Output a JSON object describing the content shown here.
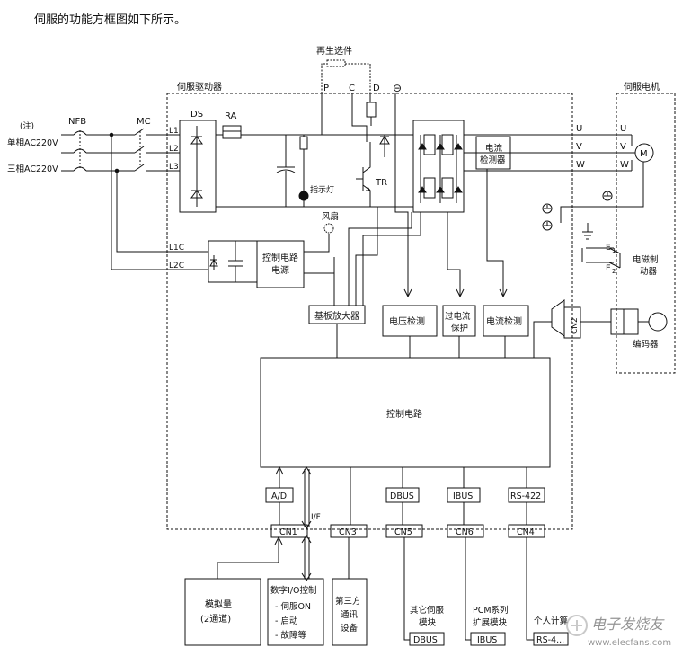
{
  "caption": "伺服的功能方框图如下所示。",
  "regen": "再生选件",
  "driver_title": "伺服驱动器",
  "motor_title": "伺服电机",
  "inputs": {
    "note": "(注)",
    "single": "单相AC220V",
    "three": "三相AC220V",
    "nfb": "NFB",
    "mc": "MC"
  },
  "terminals": {
    "L1": "L1",
    "L2": "L2",
    "L3": "L3",
    "L1C": "L1C",
    "L2C": "L2C",
    "P": "P",
    "C": "C",
    "D": "D",
    "minus": "⊖"
  },
  "labels": {
    "ds": "DS",
    "ra": "RA",
    "tr": "TR",
    "indicator": "指示灯",
    "fan": "风扇",
    "ctrl_power_1": "控制电路",
    "ctrl_power_2": "电源",
    "current_det_1": "电流",
    "current_det_2": "检测器",
    "base_amp": "基板放大器",
    "voltage_det": "电压检测",
    "overcurrent_1": "过电流",
    "overcurrent_2": "保护",
    "current_detect": "电流检测",
    "control_circuit": "控制电路",
    "cn2": "CN2",
    "encoder": "编码器",
    "brake_1": "电磁制",
    "brake_2": "动器",
    "e1": "E",
    "e2": "E",
    "sub1": "1",
    "sub2": "2",
    "if": "I/F",
    "ad": "A/D",
    "dbus": "DBUS",
    "ibus": "IBUS",
    "rs422": "RS-422"
  },
  "motor_terminals": [
    "U",
    "V",
    "W"
  ],
  "motor_symbol": "M",
  "connectors": [
    "CN1",
    "CN3",
    "CN5",
    "CN6",
    "CN4"
  ],
  "external": {
    "analog_1": "模拟量",
    "analog_2": "(2通道)",
    "dio_title": "数字I/O控制",
    "dio_items": [
      "- 伺服ON",
      "- 启动",
      "- 故障等"
    ],
    "third_1": "第三方",
    "third_2": "通讯",
    "third_3": "设备",
    "other_1": "其它伺服",
    "other_2": "模块",
    "other_bus": "DBUS",
    "pcm_1": "PCM系列",
    "pcm_2": "扩展模块",
    "pcm_bus": "IBUS",
    "pc": "个人计算",
    "pc_bus": "RS-4..."
  },
  "watermark": {
    "cn": "电子发烧友",
    "url": "www.elecfans.com"
  }
}
